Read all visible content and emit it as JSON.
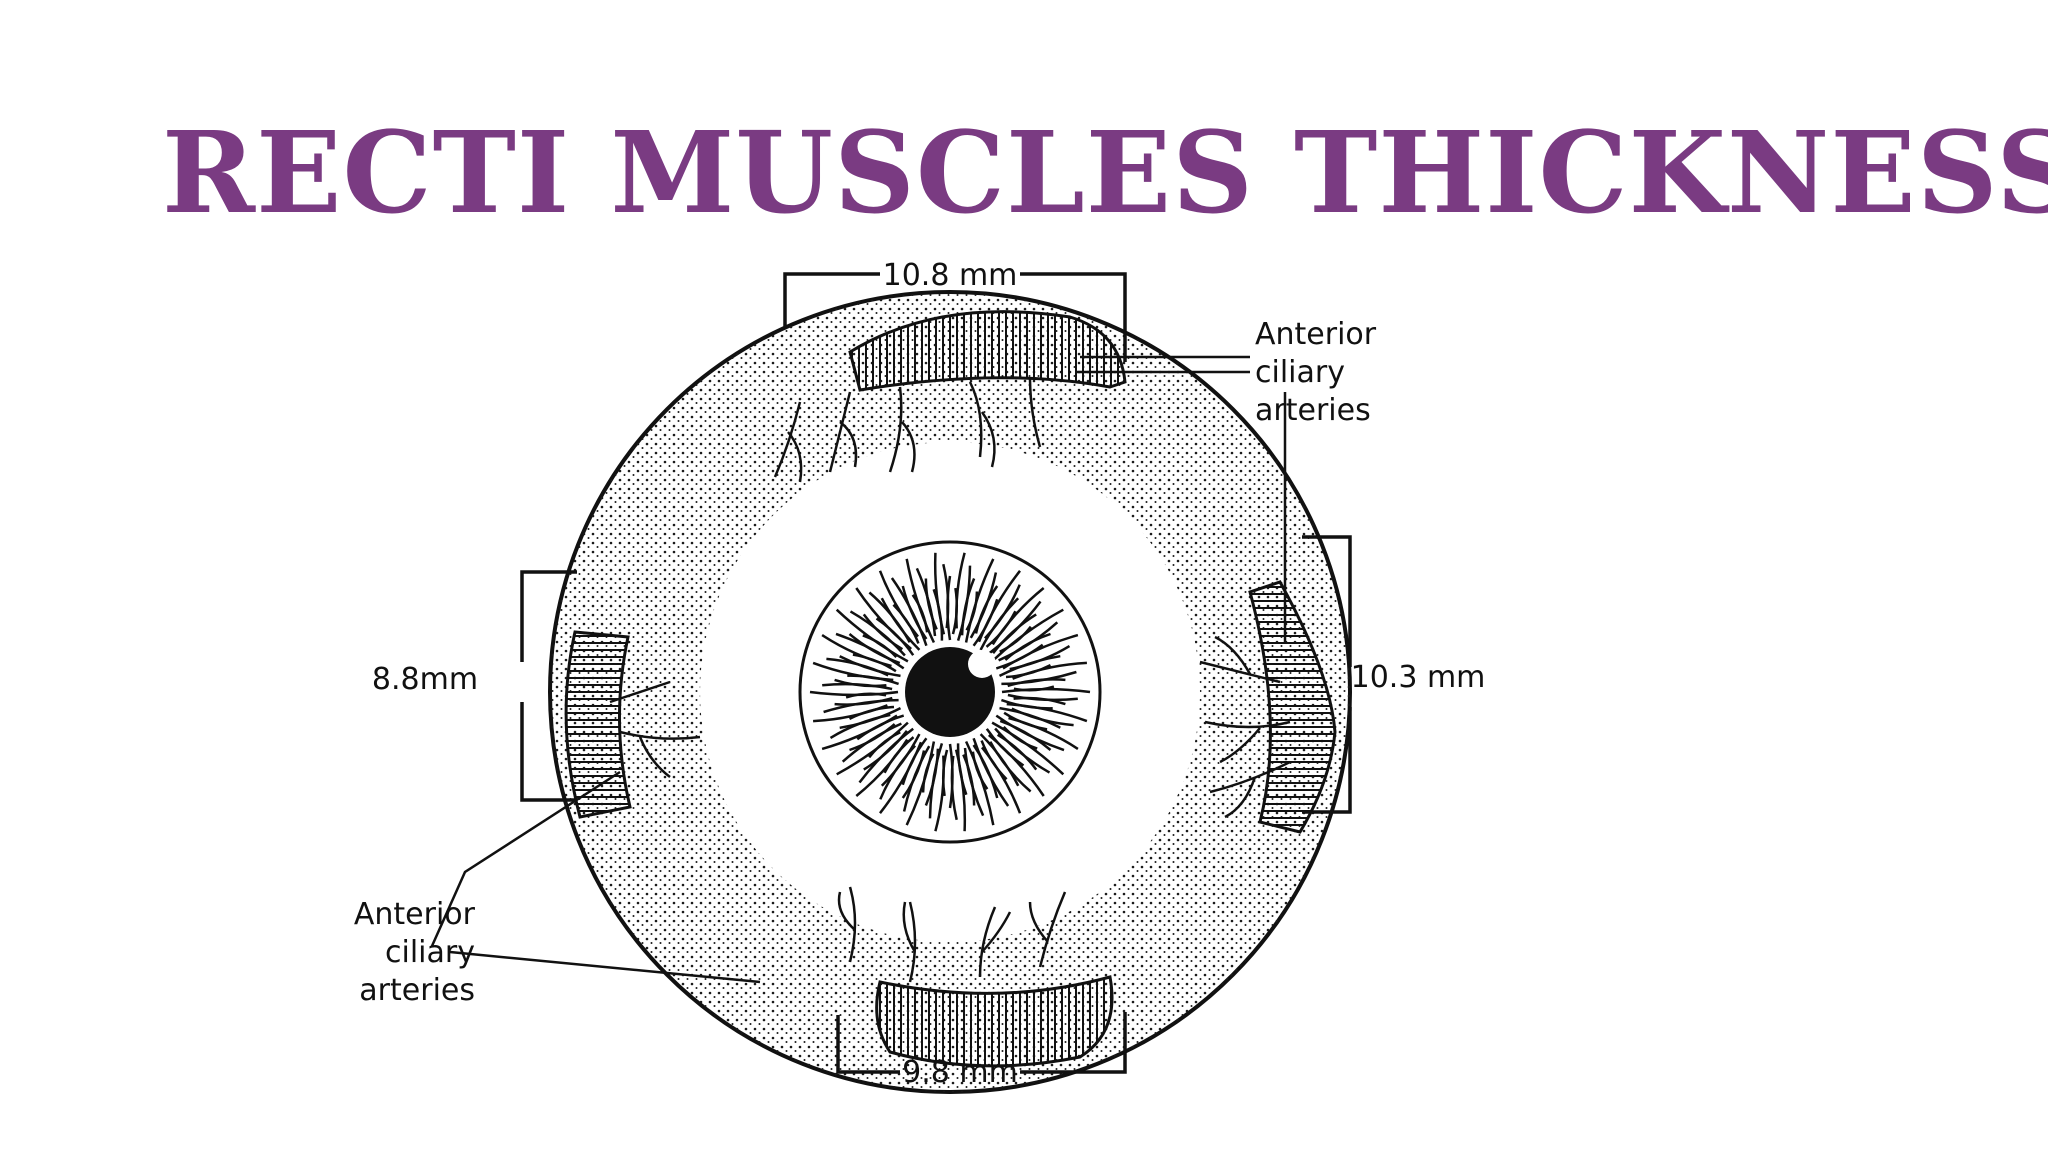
{
  "slide": {
    "title": "RECTI MUSCLES THICKNESS"
  },
  "diagram": {
    "measurements": {
      "top": "10.8 mm",
      "right": "10.3 mm",
      "bottom": "9.8 mm",
      "left": "8.8mm"
    },
    "annotations": {
      "upper_right": [
        "Anterior",
        "ciliary",
        "arteries"
      ],
      "lower_left": [
        "Anterior",
        "ciliary",
        "arteries"
      ]
    },
    "colors": {
      "title": "#7a3b82",
      "ink": "#111111"
    }
  }
}
